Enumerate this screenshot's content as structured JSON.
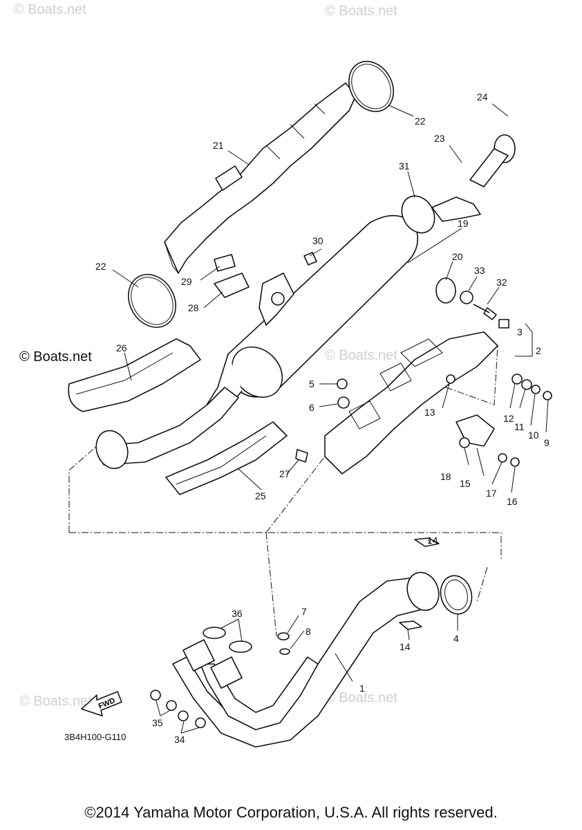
{
  "watermark": "© Boats.net",
  "diagram_code": "3B4H100-G110",
  "fwd_label": "FWD",
  "copyright": "©2014 Yamaha Motor Corporation, U.S.A. All rights reserved.",
  "callouts": [
    "1",
    "2",
    "3",
    "4",
    "5",
    "6",
    "7",
    "8",
    "9",
    "10",
    "11",
    "12",
    "13",
    "14",
    "15",
    "16",
    "17",
    "18",
    "19",
    "20",
    "21",
    "22",
    "23",
    "24",
    "25",
    "26",
    "27",
    "28",
    "29",
    "30",
    "31",
    "32",
    "33",
    "34",
    "35",
    "36"
  ]
}
